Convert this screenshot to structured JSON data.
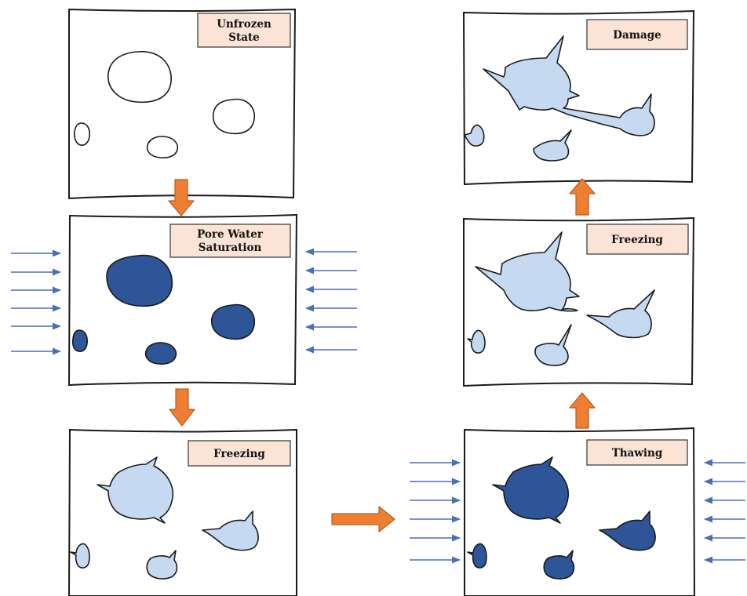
{
  "panels": {
    "unfrozen": {
      "label_line1": "Unfrozen",
      "label_line2": "State"
    },
    "saturation": {
      "label_line1": "Pore Water",
      "label_line2": "Saturation"
    },
    "freezing_1": {
      "label": "Freezing"
    },
    "thawing": {
      "label": "Thawing"
    },
    "freezing_2": {
      "label": "Freezing"
    },
    "damage": {
      "label": "Damage"
    }
  },
  "colors": {
    "water": "#2e5597",
    "ice": "#c5daf0",
    "label_fill": "#fbe3d6",
    "flow_arrow": "#ee7f32",
    "pressure_arrow": "#4a6fb5"
  }
}
